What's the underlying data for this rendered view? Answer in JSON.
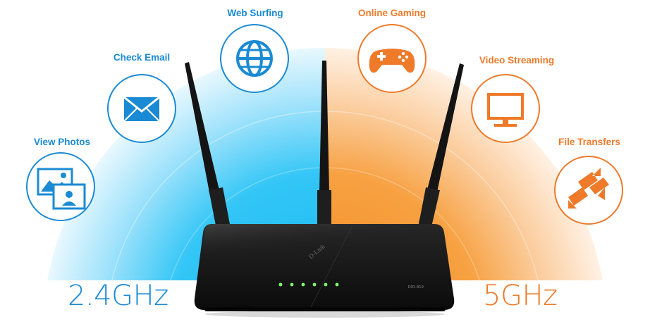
{
  "left_band": {
    "label": "2.4GHz",
    "color": "#1a8ad4",
    "features": [
      {
        "label": "View Photos",
        "icon": "photos-icon"
      },
      {
        "label": "Check Email",
        "icon": "envelope-icon"
      },
      {
        "label": "Web Surfing",
        "icon": "globe-icon"
      }
    ]
  },
  "right_band": {
    "label": "5GHz",
    "color": "#ee7a2a",
    "features": [
      {
        "label": "Online Gaming",
        "icon": "gamepad-icon"
      },
      {
        "label": "Video Streaming",
        "icon": "monitor-icon"
      },
      {
        "label": "File Transfers",
        "icon": "transfer-arrows-icon"
      }
    ]
  },
  "router": {
    "brand": "D-Link",
    "model": "DIR-819"
  }
}
